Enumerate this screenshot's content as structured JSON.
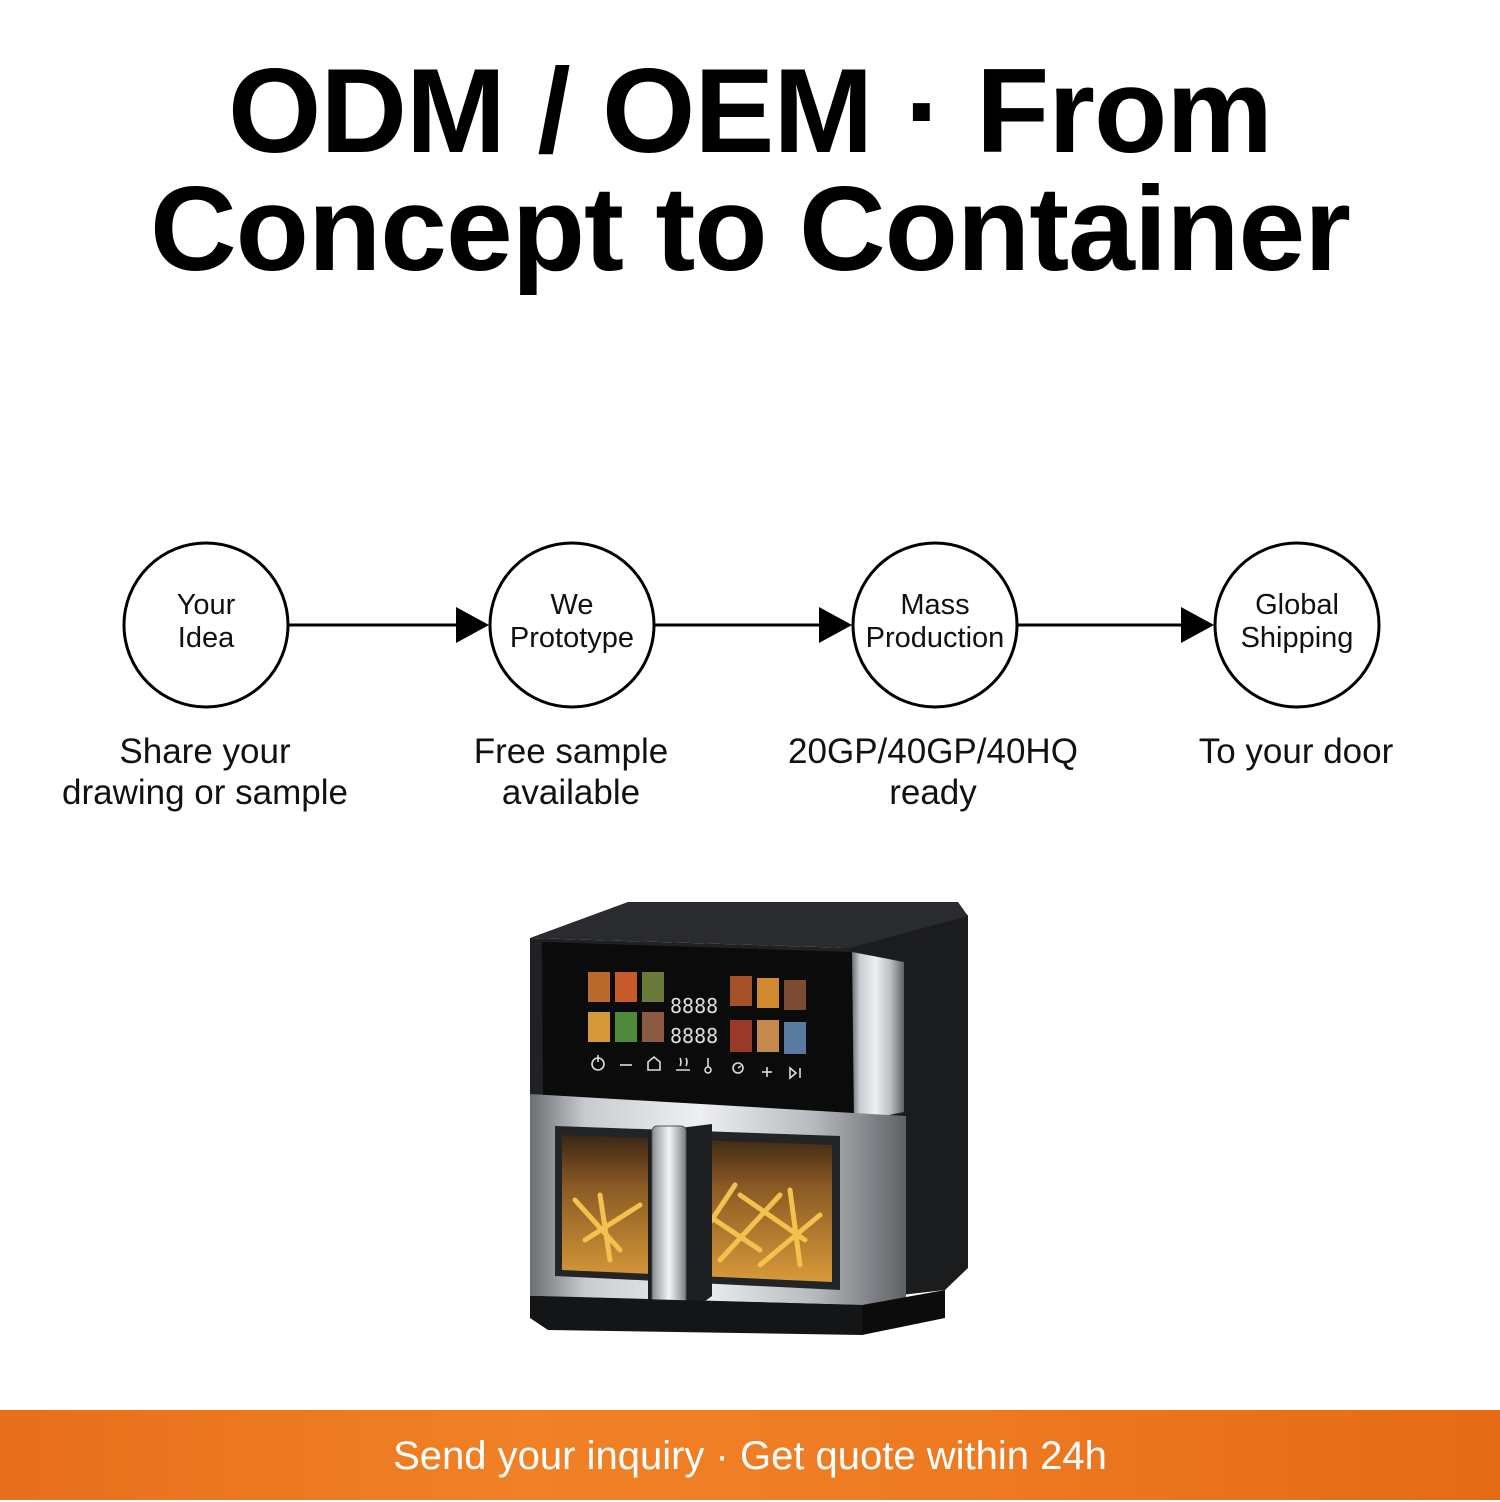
{
  "headline": {
    "line1": "ODM / OEM · From",
    "line2": "Concept to Container"
  },
  "process": {
    "steps": [
      {
        "label_line1": "Your",
        "label_line2": "Idea",
        "caption_line1": "Share your",
        "caption_line2": "drawing or sample"
      },
      {
        "label_line1": "We",
        "label_line2": "Prototype",
        "caption_line1": "Free sample",
        "caption_line2": "available"
      },
      {
        "label_line1": "Mass",
        "label_line2": "Production",
        "caption_line1": "20GP/40GP/40HQ",
        "caption_line2": "ready"
      },
      {
        "label_line1": "Global",
        "label_line2": "Shipping",
        "caption_line1": "To your door",
        "caption_line2": ""
      }
    ]
  },
  "product": {
    "icons": [
      "power-icon",
      "minus-icon",
      "home-icon",
      "steam-icon",
      "temperature-icon",
      "timer-icon",
      "plus-icon",
      "play-pause-icon"
    ],
    "display_digits": [
      "8888",
      "8888"
    ]
  },
  "cta": {
    "text": "Send your inquiry · Get quote within 24h"
  },
  "colors": {
    "accent": "#ee7a22",
    "text": "#000000",
    "background": "#ffffff"
  }
}
